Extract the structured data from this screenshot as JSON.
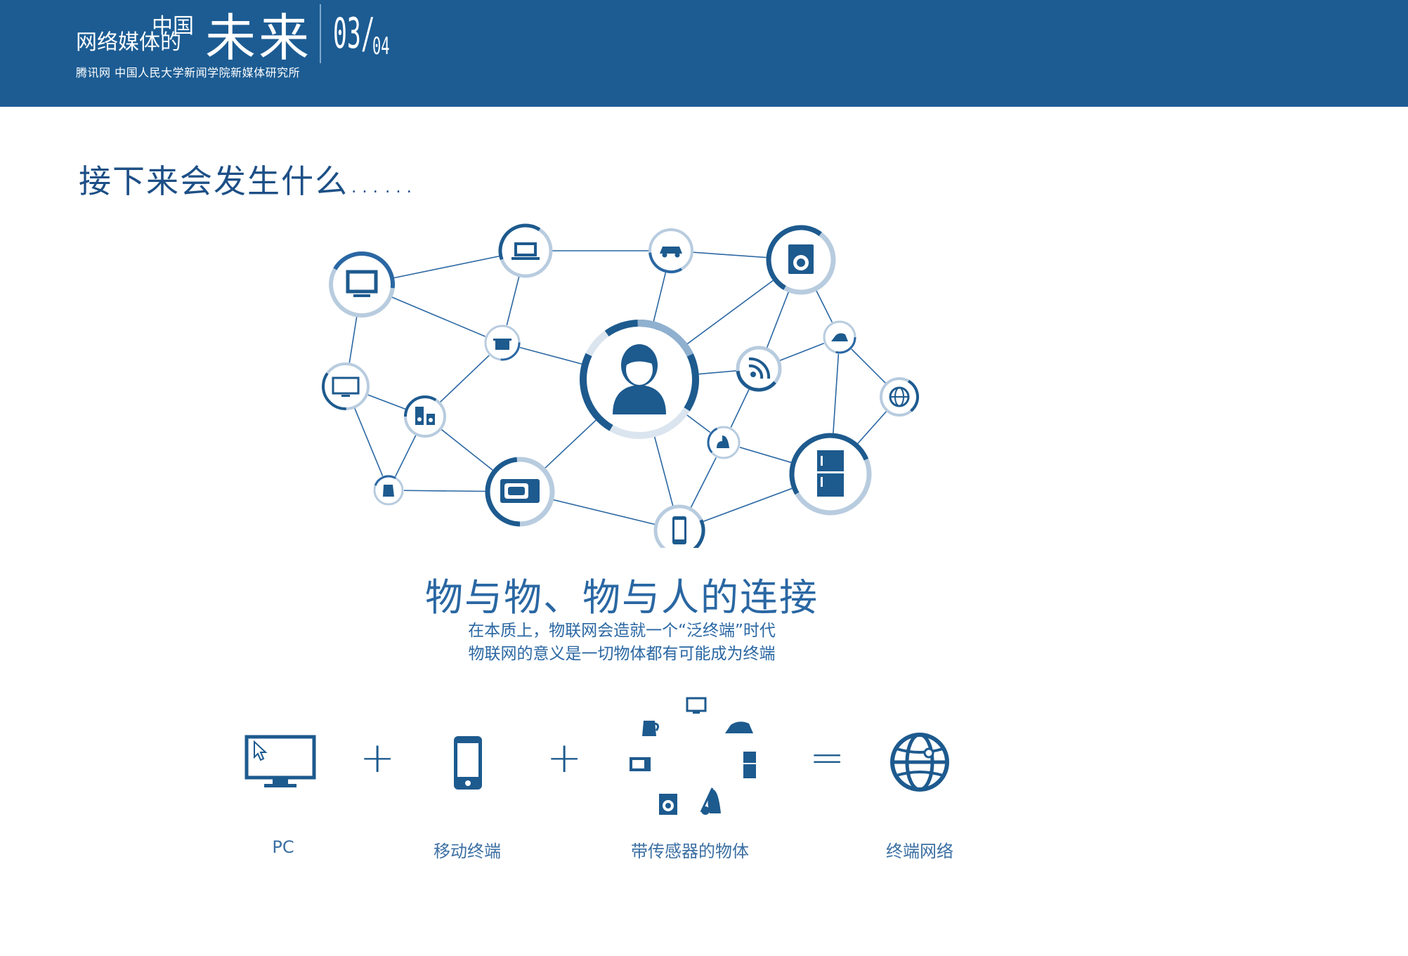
{
  "header": {
    "line1": "网络媒体的",
    "cn": "中国",
    "future": "未来",
    "page": "03/",
    "page_total": "04",
    "org": "腾讯网  中国人民大学新闻学院新媒体研究所"
  },
  "heading": "接下来会发生什么……",
  "network": {
    "center": "person-icon",
    "nodes": [
      "tv-icon",
      "laptop-icon",
      "car-icon",
      "washing-machine-icon",
      "cooking-pot-icon",
      "monitor-icon",
      "speaker-icon",
      "wifi-icon",
      "iron-icon",
      "globe-icon",
      "vacuum-icon",
      "fridge-icon",
      "kettle-icon",
      "microwave-icon",
      "phone-icon"
    ]
  },
  "main_title": "物与物、物与人的连接",
  "subtitle_line1": "在本质上，物联网会造就一个“泛终端”时代",
  "subtitle_line2": "物联网的意义是一切物体都有可能成为终端",
  "equation": {
    "plus": "+",
    "equals": "=",
    "items": [
      {
        "label": "PC",
        "icon": "pc-icon"
      },
      {
        "label": "移动终端",
        "icon": "phone-icon"
      },
      {
        "label": "带传感器的物体",
        "icon": "sensor-objects-icon"
      },
      {
        "label": "终端网络",
        "icon": "globe-icon"
      }
    ]
  },
  "colors": {
    "brand": "#1c5c93",
    "accent": "#2a67a3",
    "light": "#b8ccdf"
  }
}
